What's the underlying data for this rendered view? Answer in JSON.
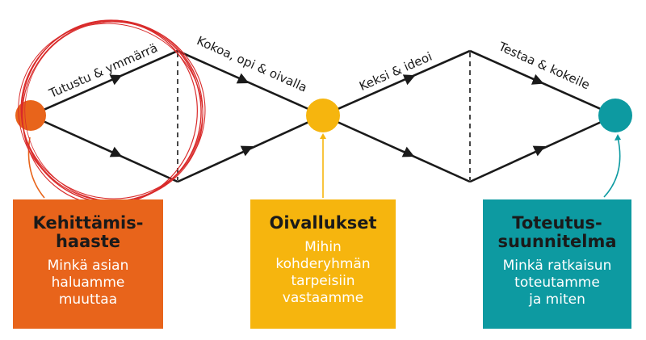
{
  "colors": {
    "orange": "#e8641b",
    "yellow": "#f6b50e",
    "teal": "#0d9aa1",
    "line": "#1a1a1a",
    "red_scribble": "#d92b2b"
  },
  "phases": [
    {
      "label": "Tutustu & ymmärrä"
    },
    {
      "label": "Kokoa, opi & oivalla"
    },
    {
      "label": "Keksi & ideoi"
    },
    {
      "label": "Testaa & kokeile"
    }
  ],
  "boxes": [
    {
      "title": "Kehittämis-\nhaaste",
      "body": "Minkä asian\nhaluamme\nmuuttaa",
      "color": "#e8641b"
    },
    {
      "title": "Oivallukset",
      "body": "Mihin\nkohderyhmän\ntarpeisiin\nvastaamme",
      "color": "#f6b50e"
    },
    {
      "title": "Toteutus-\nsuunnitelma",
      "body": "Minkä ratkaisun\ntoteutamme\nja miten",
      "color": "#0d9aa1"
    }
  ]
}
